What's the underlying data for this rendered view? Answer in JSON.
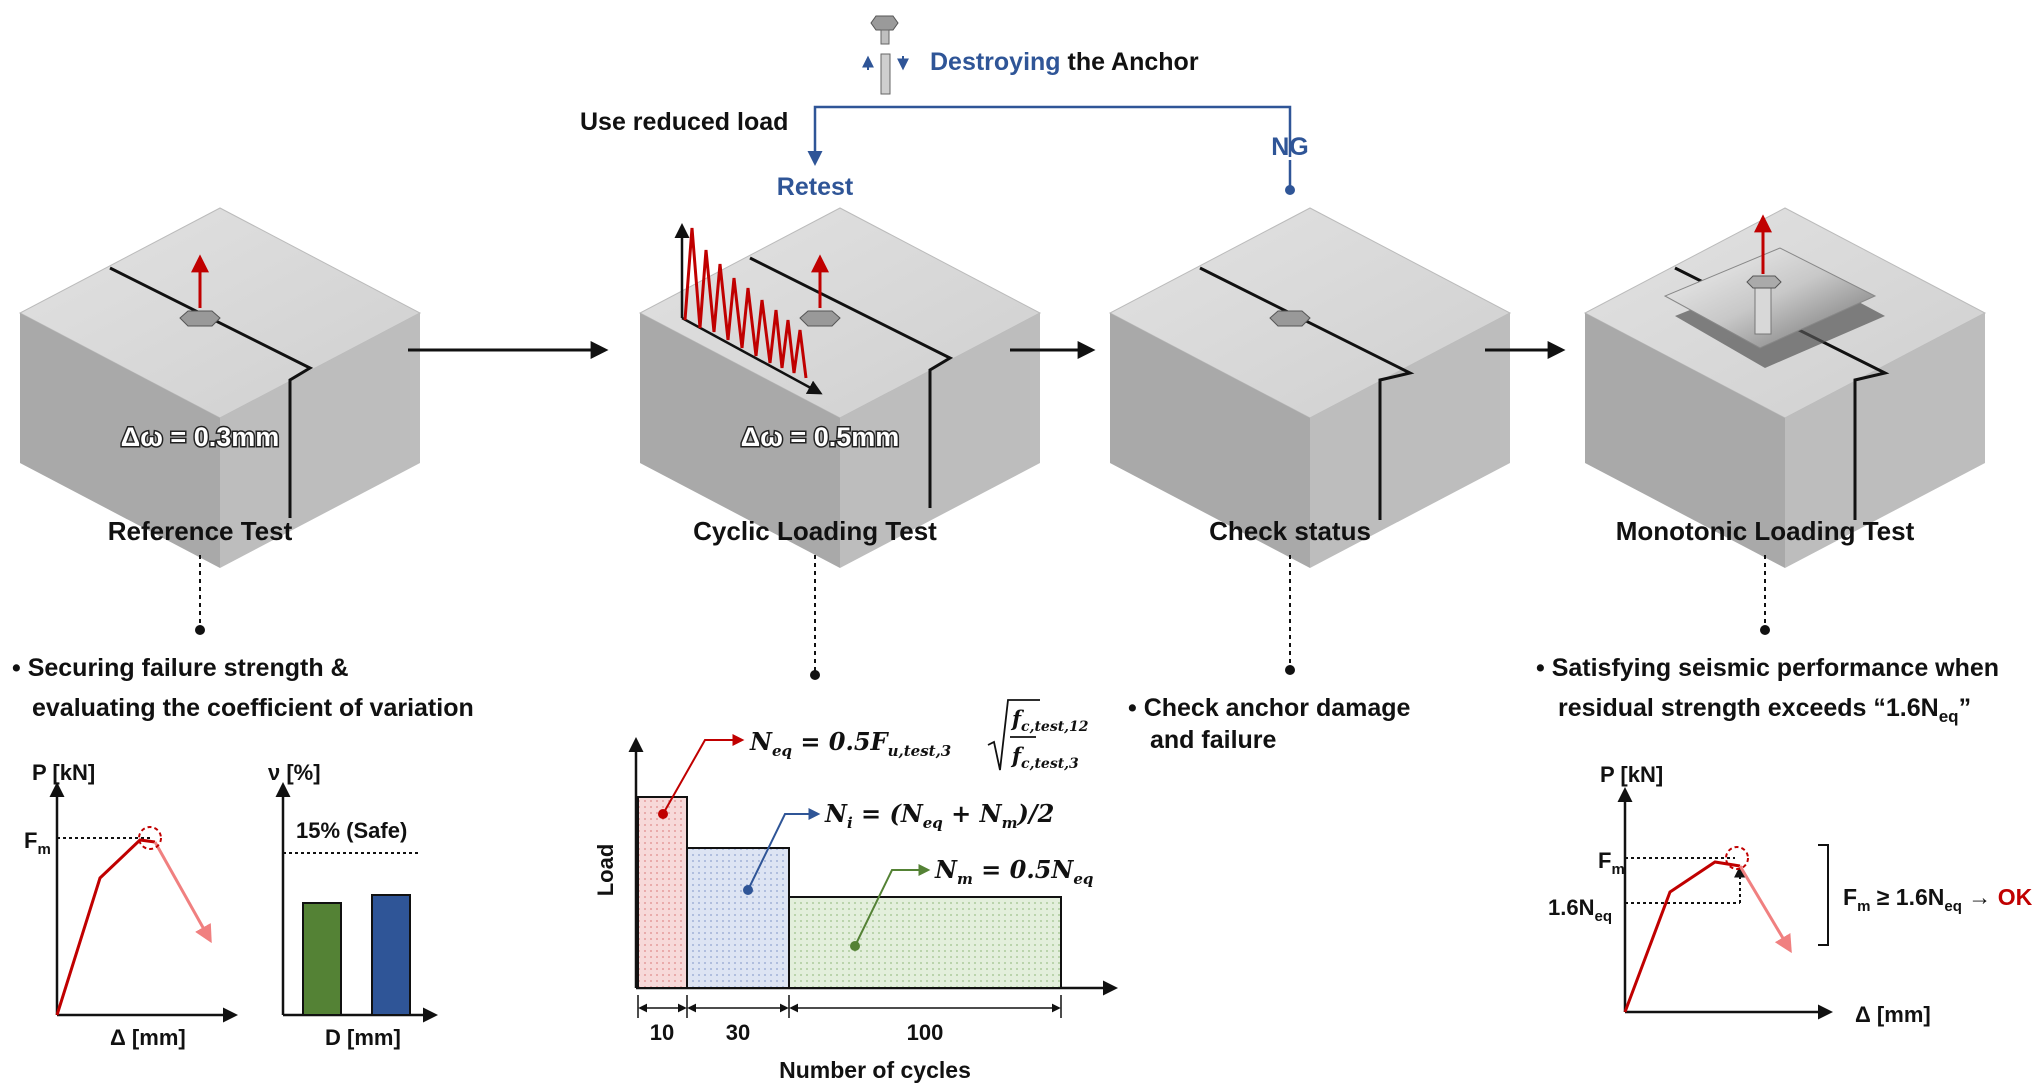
{
  "top": {
    "destroying": "Destroying",
    "the_anchor": " the Anchor",
    "reduced": "Use reduced load",
    "retest": "Retest",
    "ng": "NG",
    "colors": {
      "blue": "#2f5597",
      "red": "#c00000",
      "green": "#548235"
    }
  },
  "steps": [
    {
      "title": "Reference Test",
      "crack": "Δω = 0.3mm"
    },
    {
      "title": "Cyclic Loading Test",
      "crack": "Δω = 0.5mm"
    },
    {
      "title": "Check status"
    },
    {
      "title": "Monotonic Loading Test"
    }
  ],
  "notes": {
    "ref_1": "• Securing failure strength &",
    "ref_2": "evaluating the coefficient of variation",
    "check_1": "• Check anchor damage",
    "check_2": "and failure",
    "mono_1": "• Satisfying seismic performance when",
    "mono_2": "residual strength exceeds “1.6N",
    "mono_2_sub": "eq",
    "mono_2_end": "”"
  },
  "ref_plots": {
    "p_axis": "P [kN]",
    "fm": "F",
    "fm_sub": "m",
    "x_axis": "Δ [mm]",
    "v_axis": "ν [%]",
    "safe": "15% (Safe)",
    "d_axis": "D [mm]"
  },
  "cyclic_chart": {
    "ylabel": "Load",
    "xlabel": "Number of cycles",
    "segments": [
      "10",
      "30",
      "100"
    ],
    "eq1_lhs": "N",
    "eq1_lhs_sub": "eq",
    "eq1_mid": " = 0.5F",
    "eq1_mid_sub": "u,test,3",
    "eq1_num": "f",
    "eq1_num_sub": "c,test,12",
    "eq1_den": "f",
    "eq1_den_sub": "c,test,3",
    "eq2_a": "N",
    "eq2_a_sub": "i",
    "eq2_b": " = (N",
    "eq2_b_sub": "eq",
    "eq2_c": " + N",
    "eq2_c_sub": "m",
    "eq2_d": ")/2",
    "eq3_a": "N",
    "eq3_a_sub": "m",
    "eq3_b": " = 0.5N",
    "eq3_b_sub": "eq"
  },
  "mono_plot": {
    "p_axis": "P [kN]",
    "fm": "F",
    "fm_sub": "m",
    "n": "1.6N",
    "n_sub": "eq",
    "x_axis": "Δ [mm]",
    "cond_a": "F",
    "cond_a_sub": "m",
    "cond_b": " ≥ 1.6N",
    "cond_b_sub": "eq",
    "cond_c": " → ",
    "ok": "OK"
  }
}
